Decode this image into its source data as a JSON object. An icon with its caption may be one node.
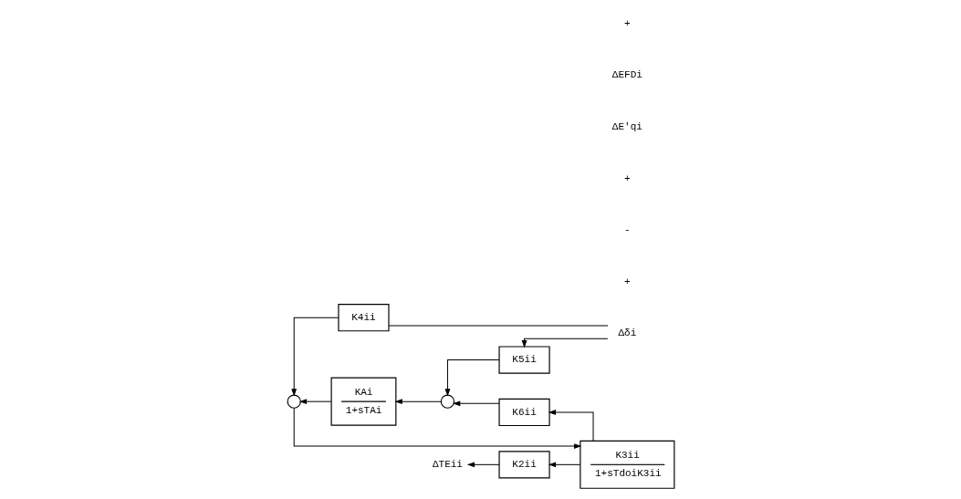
{
  "diagram": {
    "nodes": [
      {
        "text": [
          "K2ii"
        ]
      },
      {
        "text": [
          "K3ii",
          "1+sTdoiK3ii"
        ]
      },
      {
        "text": [
          "K4ii"
        ]
      },
      {
        "text": [
          "K5ii"
        ]
      },
      {
        "text": [
          "KAi",
          "1+sTAi"
        ]
      },
      {
        "text": [
          "K6ii"
        ]
      },
      {
        "text": [],
        "shape": "circle"
      },
      {
        "text": [],
        "shape": "circle"
      },
      {
        "text": [
          "Δδi"
        ]
      },
      {
        "text": [
          "ΔTEii"
        ]
      }
    ],
    "edges": [
      {
        "from": 8,
        "to": 2,
        "arrow": "none"
      },
      {
        "from": 8,
        "to": 3,
        "arrow": "to"
      },
      {
        "from": 3,
        "to": 7,
        "arrow": "to"
      },
      {
        "from": 5,
        "to": 7,
        "arrow": "to"
      },
      {
        "from": 7,
        "to": 4,
        "arrow": "to"
      },
      {
        "from": 4,
        "to": 6,
        "arrow": "to"
      },
      {
        "from": 2,
        "to": 6,
        "arrow": "to"
      },
      {
        "from": 6,
        "to": 1,
        "arrow": "to"
      },
      {
        "from": 1,
        "to": 0,
        "arrow": "to"
      },
      {
        "from": 1,
        "to": 5,
        "arrow": "to"
      },
      {
        "from": 0,
        "to": 9,
        "arrow": "to"
      }
    ],
    "labels": [
      "+",
      "-",
      "+",
      "ΔE'qi",
      "ΔEFDi",
      "+"
    ]
  }
}
